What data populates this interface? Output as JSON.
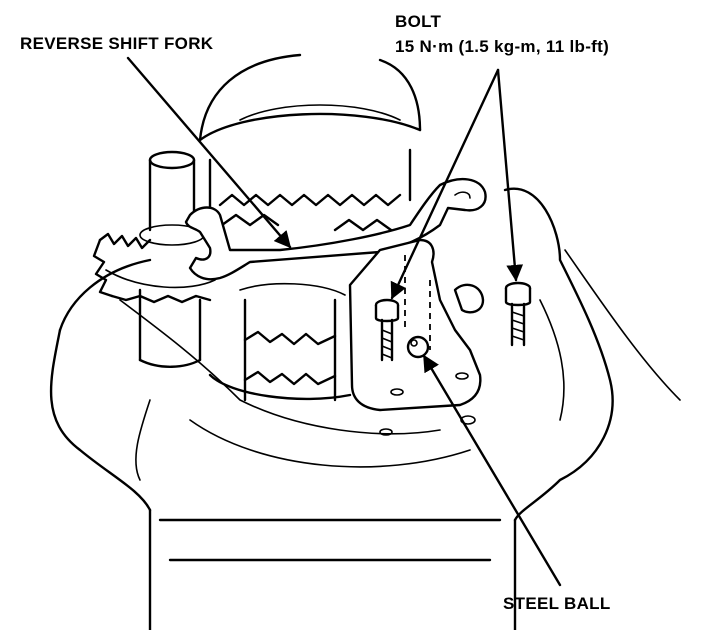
{
  "labels": {
    "reverse_shift_fork": "REVERSE SHIFT FORK",
    "bolt": "BOLT",
    "bolt_torque": "15 N·m (1.5 kg-m, 11 lb-ft)",
    "steel_ball": "STEEL BALL"
  },
  "colors": {
    "ink": "#000000",
    "paper": "#ffffff"
  }
}
